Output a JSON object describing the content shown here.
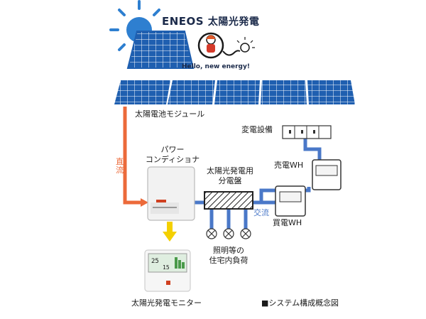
{
  "brand": {
    "name": "ENEOS",
    "product": "太陽光発電",
    "tagline": "Hello, new energy!"
  },
  "labels": {
    "solar_module": "太陽電池モジュール",
    "power_conditioner_1": "パワー",
    "power_conditioner_2": "コンディショナ",
    "distribution_board_1": "太陽光発電用",
    "distribution_board_2": "分電盤",
    "substation": "変電設備",
    "sell_meter": "売電WH",
    "buy_meter": "買電WH",
    "dc": "直流",
    "ac": "交流",
    "loads_1": "照明等の",
    "loads_2": "住宅内負荷",
    "monitor": "太陽光発電モニター",
    "caption": "■システム構成概念図"
  },
  "monitor_screen": {
    "value_1": "25",
    "value_2": "15"
  },
  "colors": {
    "panel_blue": "#1f5fb0",
    "dc_arrow": "#ec6a3a",
    "ac_line": "#4a78c8",
    "yellow_arrow": "#f4d000",
    "sun": "#2e7fd0",
    "text": "#1a1a1a"
  }
}
